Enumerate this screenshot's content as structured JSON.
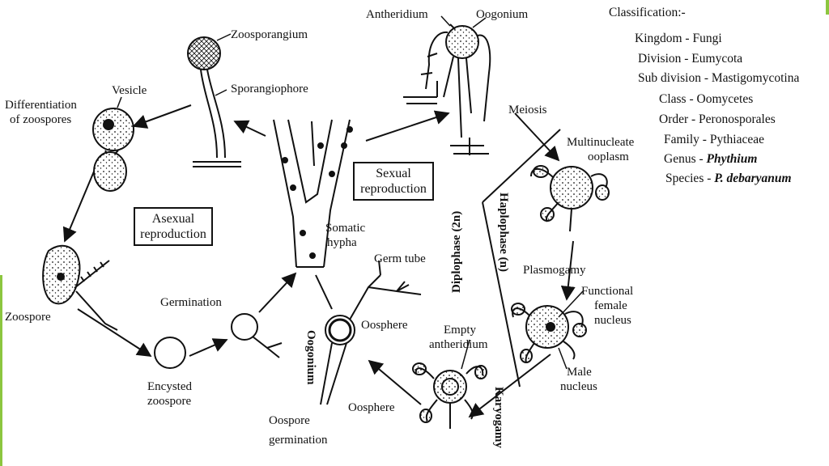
{
  "labels": {
    "zoosporangium": "Zoosporangium",
    "sporangiophore": "Sporangiophore",
    "vesicle": "Vesicle",
    "differentiation": "Differentiation",
    "of_zoospores": "of zoospores",
    "zoospore": "Zoospore",
    "encysted": "Encysted",
    "encysted_zoospore": "zoospore",
    "germination": "Germination",
    "somatic": "Somatic",
    "hypha": "hypha",
    "germ_tube": "Germ tube",
    "oosphere_top": "Oosphere",
    "oogonium_vertical": "Oogonium",
    "oospore": "Oospore",
    "oospore_germination": "germination",
    "oosphere_bottom": "Oosphere",
    "empty": "Empty",
    "antheridium": "antheridium",
    "male": "Male",
    "nucleus": "nucleus",
    "functional": "Functional",
    "female": "female",
    "female_nucleus": "nucleus",
    "plasmogamy": "Plasmogamy",
    "multinucleate": "Multinucleate",
    "ooplasm": "ooplasm",
    "meiosis": "Meiosis",
    "antheridium_top": "Antheridium",
    "oogonium_top": "Oogonium",
    "diplophase": "Diplophase (2n)",
    "haplophase": "Haplophase (n)",
    "karyogamy": "Karyogamy"
  },
  "boxes": {
    "asexual_1": "Asexual",
    "asexual_2": "reproduction",
    "sexual_1": "Sexual",
    "sexual_2": "reproduction"
  },
  "classification": {
    "heading": "Classification:-",
    "kingdom": "Kingdom - Fungi",
    "division": "Division - Eumycota",
    "subdivision": "Sub division - Mastigomycotina",
    "class": "Class    -  Oomycetes",
    "order": "Order   -  Peronosporales",
    "family": "Family - Pythiaceae",
    "genus_prefix": "Genus - ",
    "genus_name": "Phythium",
    "species_prefix": "Species - ",
    "species_name": "P. debaryanum"
  },
  "colors": {
    "ink": "#111111",
    "accent_edge": "#8cc63f",
    "background": "#ffffff"
  }
}
